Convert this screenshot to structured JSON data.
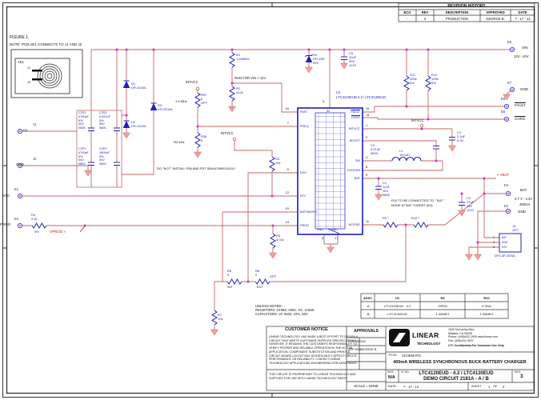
{
  "rev_table": {
    "title": "REVISION HISTORY",
    "headers": [
      "ECO",
      "REV",
      "DESCRIPTION",
      "APPROVED",
      "DATE"
    ],
    "row": [
      "-",
      "3",
      "PRODUCTION",
      "GEORGE B.",
      "7 - 17 - 14"
    ]
  },
  "figure": {
    "title": "FIGURE 1.",
    "note": "NOTE: PCB AE1 CONNECTS TO J1 AND J2",
    "ae1": "AE1",
    "j1": "J1",
    "j2": "J2"
  },
  "notes": {
    "run": "RUN FOR VIN > 11V",
    "freq": "DO \"NOT\" INSTALL R36 AND R37 SIMULTANEOUSLY",
    "f1": "1.5 MHz",
    "f2": "750 kHz",
    "r10_1": "R10 TO BE CONNECTED TO \" BAT \"",
    "r10_2": "NODE AT BAT TURRET (E4)",
    "unless": [
      "UNLESS NOTED:",
      "RESISTORS: OHMS, 0402, 1%, 1/16W",
      "CAPACITORS: uF, 0402, 10%, 50V"
    ]
  },
  "nets": {
    "intvcc": "INTVCC",
    "vprog": "VPROG «",
    "vbat": "« VBAT"
  },
  "c": {
    "r1": [
      "R1",
      "1.40MEG"
    ],
    "r2": [
      "R2",
      "412k"
    ],
    "r3": [
      "R3",
      "10k"
    ],
    "r4": [
      "R4",
      "2.0k"
    ],
    "r4_tol": "5%",
    "r5": [
      "R5",
      "3.01k"
    ],
    "r6": [
      "R6",
      "0"
    ],
    "r6_tag": "INT",
    "r7": [
      "R7",
      "10k"
    ],
    "r8": [
      "R8",
      "0"
    ],
    "r8_opt": "OPT",
    "r8_tag": "EXT",
    "r9": "R9 *",
    "r10": "R10 *",
    "r11": [
      "R11",
      "100k",
      "5%"
    ],
    "r12": [
      "R12",
      "100k",
      "5%"
    ],
    "r36": [
      "R36",
      "0"
    ],
    "r37": [
      "R37",
      "0",
      "OPT"
    ],
    "c1": [
      "C1",
      "10uF",
      "16V",
      "0805"
    ],
    "c2": [
      "C2",
      "47uF",
      "16V",
      "1210"
    ],
    "c3": [
      "C3",
      "0.01uF",
      "0603"
    ],
    "c4": [
      "C4",
      "2.2uF",
      "6.3V"
    ],
    "c5": [
      "C5",
      "10uF",
      "50V",
      "1210"
    ],
    "c2s1": [
      "C2S1",
      "4700pF",
      "5%",
      "50V",
      "0805"
    ],
    "c2s2": [
      "C2S2",
      "0.022uF",
      "5%",
      "50V",
      "0805"
    ],
    "c2p1": [
      "C2P1",
      "4700pF",
      "5%",
      "50V",
      "0805"
    ],
    "c2p2": [
      "C2P2",
      "1800pF",
      "5%",
      "50V",
      "0603"
    ],
    "d1": [
      "D1",
      "DFLS240L"
    ],
    "d2": [
      "D2",
      "DFLS240L"
    ],
    "d3": [
      "D3",
      "DFLS240L"
    ],
    "d4": [
      "D4",
      "DFLZ39",
      "39V"
    ],
    "l1": [
      "L1",
      "15.0uH"
    ],
    "j3": [
      "J3",
      "OPT"
    ],
    "j3_part": "DF3-3P-2DSA",
    "j3_pins": [
      "BAT",
      "GND",
      "NTC"
    ],
    "j3_nums": [
      "1",
      "2",
      "3"
    ]
  },
  "turrets": {
    "j1": {
      "ref": "J1",
      "net": "Cx"
    },
    "j2": {
      "ref": "J2",
      "net": "GND"
    },
    "e1": {
      "ref": "E1",
      "net": "NTC"
    },
    "e2": {
      "ref": "E2",
      "net": "PROG"
    },
    "e3": {
      "ref": "E3",
      "net": "GND"
    },
    "e4": {
      "ref": "E4",
      "net": "BAT",
      "l2": "2.7 V - 4.2V",
      "l3": "400mA"
    },
    "e5": {
      "ref": "E5",
      "net": "CHRG"
    },
    "e6": {
      "ref": "E6",
      "net": "FAULT"
    },
    "e7": {
      "ref": "E7",
      "net": "GND"
    },
    "e8": {
      "ref": "E8",
      "net": "VIN",
      "l2": "12V - 40V"
    }
  },
  "u1": {
    "ref": "U1",
    "part": "LTC4120EUD-4.2 / LTC4120EUD",
    "pins": {
      "left": [
        {
          "n": "16",
          "name": "RUN"
        },
        {
          "n": "7",
          "name": "FREQ"
        },
        {
          "n": "6",
          "name": "DHC"
        },
        {
          "n": "12",
          "name": "NTC"
        },
        {
          "n": "10",
          "name": "BATSNS/FB"
        },
        {
          "n": "13",
          "name": "PROG"
        }
      ],
      "right": [
        {
          "n": "15",
          "name": "FAULT"
        },
        {
          "n": "14",
          "name": "CHRG"
        },
        {
          "n": "1",
          "name": "INTVCC"
        },
        {
          "n": "2",
          "name": "BOOST"
        },
        {
          "n": "4",
          "name": "SW"
        },
        {
          "n": "8",
          "name": "CHGSNS"
        },
        {
          "n": "9",
          "name": "BAT"
        },
        {
          "n": "11",
          "name": "NC/FBG"
        }
      ],
      "top": {
        "n": "3",
        "name": "IN"
      },
      "bottom": [
        {
          "n": "5",
          "name": "GND"
        },
        {
          "n": "17",
          "name": "GND"
        }
      ]
    }
  },
  "assy": {
    "headers": [
      "ASSY",
      "U1",
      "R9",
      "R10"
    ],
    "rows": [
      [
        "-A",
        "LTC4120EUD - 4.2",
        "OPEN",
        "0 Ohm"
      ],
      [
        "-B",
        "LTC4120EUD",
        "1.40MEG",
        "1.05MEG"
      ]
    ]
  },
  "tb": {
    "customer_notice_title": "CUSTOMER NOTICE",
    "customer_notice": [
      "LINEAR TECHNOLOGY HAS MADE A BEST EFFORT TO DESIGN A",
      "CIRCUIT THAT MEETS CUSTOMER-SUPPLIED SPECIFICATIONS;",
      "HOWEVER, IT REMAINS THE CUSTOMER'S RESPONSIBILITY TO",
      "VERIFY PROPER AND RELIABLE OPERATION IN THE ACTUAL",
      "APPLICATION. COMPONENT SUBSTITUTION AND PRINTED",
      "CIRCUIT BOARD LAYOUT MAY SIGNIFICANTLY AFFECT CIRCUIT",
      "PERFORMANCE OR RELIABILITY. CONTACT LINEAR",
      "TECHNOLOGY APPLICATIONS ENGINEERING FOR ASSISTANCE."
    ],
    "proprietary": [
      "THIS CIRCUIT IS PROPRIETARY TO LINEAR TECHNOLOGY AND",
      "SUPPLIED FOR USE WITH LINEAR TECHNOLOGY PARTS."
    ],
    "approvals_title": "APPROVALS",
    "approvals": [
      {
        "role": "PCB DES.",
        "name": "NC"
      },
      {
        "role": "APP ENG.",
        "name": "GEORGE B."
      }
    ],
    "scale": "SCALE = NONE",
    "brand": {
      "name": "LINEAR",
      "sub": "TECHNOLOGY"
    },
    "address": [
      "1630 McCarthy Blvd.",
      "Milpitas, CA 95035",
      "Phone: (408)432-1900   www.linear.com",
      "Fax: (408)434-0507"
    ],
    "confidential": "LTC Confidential-For Customer Use Only",
    "title_label": "TITLE:",
    "title1": "SCHEMATIC",
    "title2": "400mA WIRELESS SYNCHRONOUS BUCK BATTERY CHARGER",
    "size_label": "SIZE",
    "size": "N/A",
    "icno_label": "IC NO.",
    "icno1": "LTC4120EUD - 4.2 / LTC4120EUD",
    "icno2": "DEMO CIRCUIT 2181A - A / B",
    "rev_label": "REV.",
    "rev": "3",
    "date_label": "DATE:",
    "date": "7 - 17 - 14",
    "sheet_label": "SHEET",
    "sheet_no": "1",
    "of_label": "OF",
    "sheet_total": "2"
  },
  "colors": {
    "wire": "#c06868",
    "component": "#2121bb",
    "junction": "#cc2fcc",
    "ground": "#f0a2a2",
    "ic_border": "#1a1acc",
    "net_red": "#cc1111"
  }
}
